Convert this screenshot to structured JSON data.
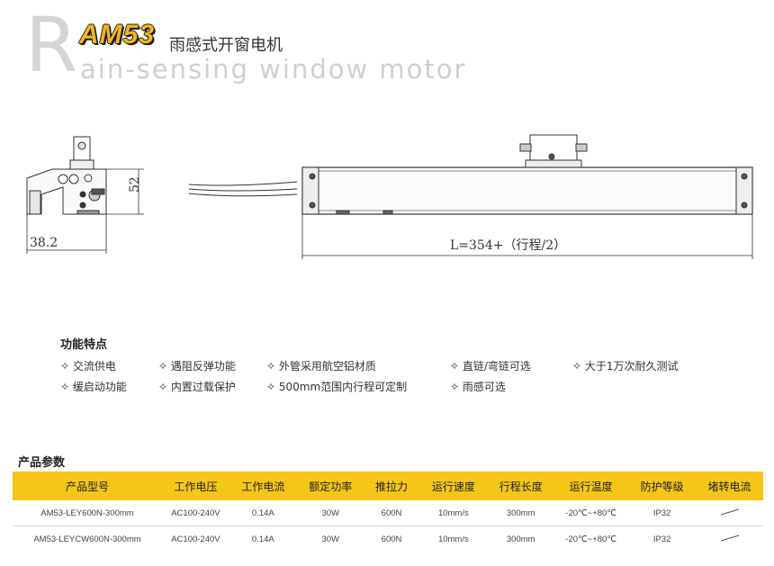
{
  "header": {
    "big_letter": "R",
    "model": "AM53",
    "title_cn": "雨感式开窗电机",
    "title_en": "ain-sensing window motor"
  },
  "drawing": {
    "dim_width": "38.2",
    "dim_height": "52",
    "dim_length": "L=354+（行程/2）"
  },
  "features": {
    "heading": "功能特点",
    "items": [
      "✧ 交流供电",
      "✧ 遇阻反弹功能",
      "✧ 外管采用航空铝材质",
      "✧ 直链/弯链可选",
      "✧ 大于1万次耐久测试",
      "✧ 缓启动功能",
      "✧ 内置过载保护",
      "✧ 500mm范围内行程可定制",
      "✧ 雨感可选"
    ]
  },
  "params": {
    "heading": "产品参数",
    "columns": [
      "产品型号",
      "工作电压",
      "工作电流",
      "额定功率",
      "推拉力",
      "运行速度",
      "行程长度",
      "运行温度",
      "防护等级",
      "堵转电流"
    ],
    "rows": [
      [
        "AM53-LEY600N-300mm",
        "AC100-240V",
        "0.14A",
        "30W",
        "600N",
        "10mm/s",
        "300mm",
        "-20℃~+80℃",
        "IP32",
        ""
      ],
      [
        "AM53-LEYCW600N-300mm",
        "AC100-240V",
        "0.14A",
        "30W",
        "600N",
        "10mm/s",
        "300mm",
        "-20℃~+80℃",
        "IP32",
        ""
      ]
    ]
  }
}
